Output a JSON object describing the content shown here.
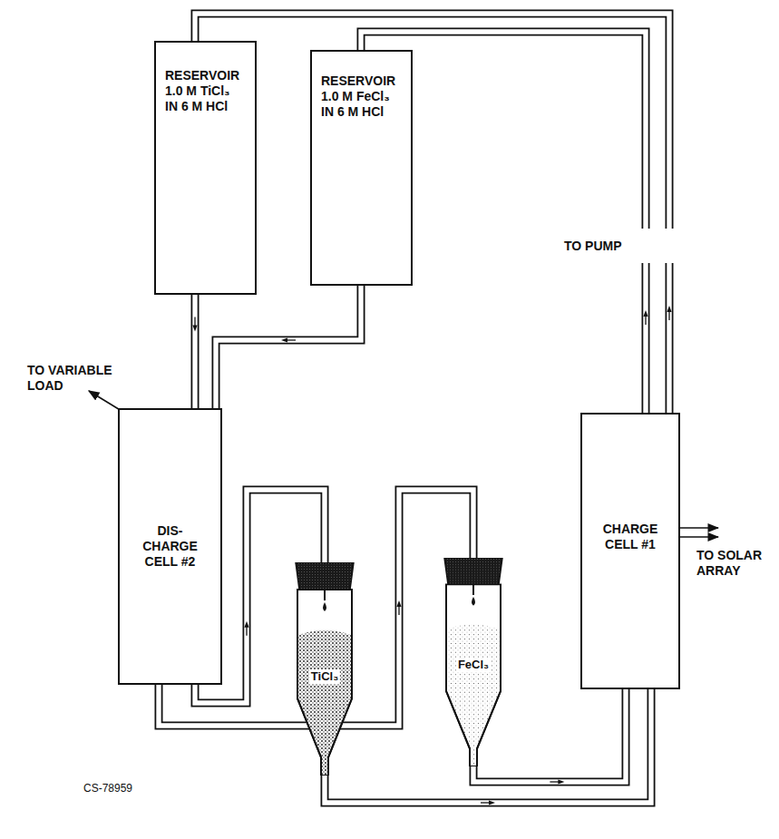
{
  "diagram": {
    "nodes": [
      {
        "text": [
          "RESERVOIR 1.0 M TiCl₃ IN 6 M HCl"
        ]
      },
      {
        "text": [
          "RESERVOIR 1.0 M FeCl₃ IN 6 M HCl"
        ]
      },
      {
        "text": [
          "DIS- CHARGE CELL #2"
        ]
      },
      {
        "text": [
          "TiCl₃"
        ]
      },
      {
        "text": [
          "FeCl₃"
        ]
      },
      {
        "text": [
          "CHARGE CELL #1"
        ]
      }
    ],
    "edges": [
      {
        "from": 0,
        "to": 2,
        "arrow": "to"
      },
      {
        "from": 1,
        "to": 2,
        "arrow": "to"
      },
      {
        "from": 2,
        "to": 3,
        "arrow": "to"
      },
      {
        "from": 2,
        "to": 4,
        "arrow": "to"
      },
      {
        "from": 3,
        "to": 5,
        "arrow": "to"
      },
      {
        "from": 4,
        "to": 5,
        "arrow": "to"
      },
      {
        "from": 5,
        "to": 0,
        "arrow": "to"
      },
      {
        "from": 5,
        "to": 1,
        "arrow": "to"
      }
    ],
    "labels": [
      "TO PUMP",
      "TO VARIABLE LOAD",
      "TO SOLAR ARRAY",
      "CS-78959"
    ]
  }
}
